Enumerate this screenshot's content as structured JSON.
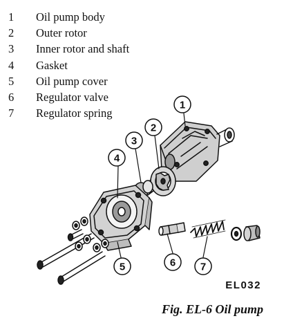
{
  "legend": [
    {
      "num": "1",
      "label": "Oil pump body"
    },
    {
      "num": "2",
      "label": "Outer rotor"
    },
    {
      "num": "3",
      "label": "Inner rotor and shaft"
    },
    {
      "num": "4",
      "label": "Gasket"
    },
    {
      "num": "5",
      "label": "Oil pump cover"
    },
    {
      "num": "6",
      "label": "Regulator valve"
    },
    {
      "num": "7",
      "label": "Regulator spring"
    }
  ],
  "callouts": [
    "1",
    "2",
    "3",
    "4",
    "5",
    "6",
    "7"
  ],
  "figure_code": "EL032",
  "caption": "Fig. EL-6  Oil pump"
}
